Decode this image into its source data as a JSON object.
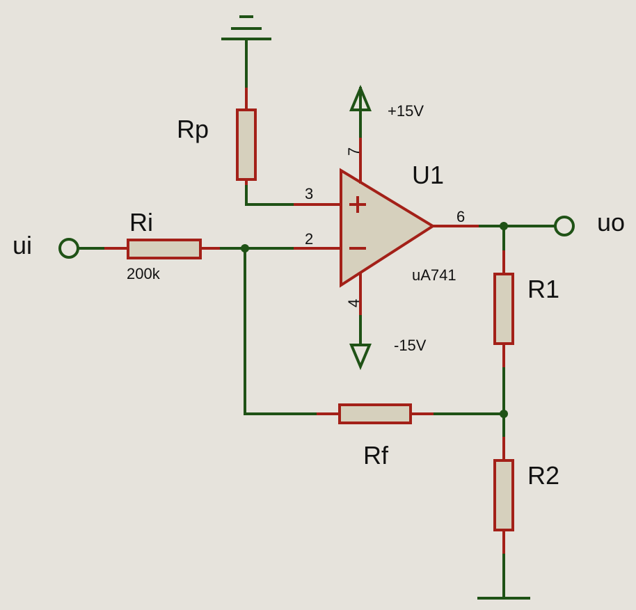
{
  "components": {
    "amp": {
      "ref": "U1",
      "part": "uA741",
      "pin_noninv": "3",
      "pin_inv": "2",
      "pin_out": "6",
      "pin_vplus": "7",
      "pin_vminus": "4"
    },
    "Rp": {
      "ref": "Rp"
    },
    "Ri": {
      "ref": "Ri",
      "value": "200k"
    },
    "Rf": {
      "ref": "Rf"
    },
    "R1": {
      "ref": "R1"
    },
    "R2": {
      "ref": "R2"
    }
  },
  "supplies": {
    "positive": "+15V",
    "negative": "-15V"
  },
  "terminals": {
    "input": "ui",
    "output": "uo"
  },
  "colors": {
    "wire": "#1f5216",
    "lead": "#a32018",
    "body_fill": "#d6d0bd",
    "background": "#e6e3dc"
  }
}
